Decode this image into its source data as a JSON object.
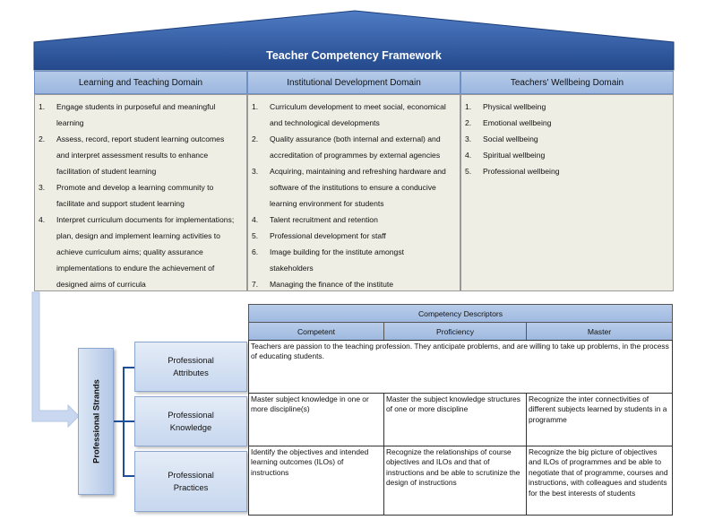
{
  "framework": {
    "title": "Teacher Competency Framework",
    "domains": [
      {
        "heading": "Learning and Teaching Domain",
        "items": [
          {
            "num": "1.",
            "lines": [
              "Engage students in purposeful and meaningful",
              "learning"
            ]
          },
          {
            "num": "2.",
            "lines": [
              "Assess, record, report student learning outcomes",
              "and interpret assessment results to enhance",
              "facilitation of student learning"
            ]
          },
          {
            "num": "3.",
            "lines": [
              "Promote and develop a learning community to",
              "facilitate and support student learning"
            ]
          },
          {
            "num": "4.",
            "lines": [
              "Interpret curriculum documents for implementations;",
              "plan, design and implement learning activities to",
              "achieve curriculum aims; quality assurance",
              "implementations to endure the achievement of",
              "designed aims of curricula"
            ]
          }
        ]
      },
      {
        "heading": "Institutional Development Domain",
        "items": [
          {
            "num": "1.",
            "lines": [
              "Curriculum development to meet social, economical",
              "and technological developments"
            ]
          },
          {
            "num": "2.",
            "lines": [
              "Quality assurance (both internal and external) and",
              "accreditation of programmes by external agencies"
            ]
          },
          {
            "num": "3.",
            "lines": [
              "Acquiring, maintaining and refreshing hardware and",
              "software of the institutions to ensure a conducive",
              "learning environment for students"
            ]
          },
          {
            "num": "4.",
            "lines": [
              "Talent recruitment and retention"
            ]
          },
          {
            "num": "5.",
            "lines": [
              "Professional development for staff"
            ]
          },
          {
            "num": "6.",
            "lines": [
              "Image building for the institute amongst",
              "stakeholders"
            ]
          },
          {
            "num": "7.",
            "lines": [
              "Managing the finance of the institute"
            ]
          }
        ]
      },
      {
        "heading": "Teachers' Wellbeing Domain",
        "items": [
          {
            "num": "1.",
            "lines": [
              "Physical wellbeing"
            ]
          },
          {
            "num": "2.",
            "lines": [
              "Emotional wellbeing"
            ]
          },
          {
            "num": "3.",
            "lines": [
              "Social wellbeing"
            ]
          },
          {
            "num": "4.",
            "lines": [
              "Spiritual wellbeing"
            ]
          },
          {
            "num": "5.",
            "lines": [
              "Professional wellbeing"
            ]
          }
        ]
      }
    ]
  },
  "descriptors": {
    "title": "Competency Descriptors",
    "levels": [
      "Competent",
      "Proficiency",
      "Master"
    ],
    "attributes_text": "Teachers are passion to the teaching profession.    They anticipate problems, and are willing to take up problems, in the process of educating students.",
    "knowledge": [
      "Master subject knowledge in one or more discipline(s)",
      "Master the subject knowledge structures of one or more discipline",
      "Recognize the inter connectivities of different subjects learned by students in a programme"
    ],
    "practices": [
      "Identify the objectives and intended learning outcomes (ILOs) of instructions",
      "Recognize the relationships of course objectives and ILOs and that of instructions and be able to scrutinize the design of instructions",
      "Recognize the big picture of objectives and ILOs of programmes and be able to negotiate that of programme, courses and instructions, with colleagues and students for the best interests of students"
    ]
  },
  "strands": {
    "label": "Professional Strands",
    "items": [
      {
        "line1": "Professional",
        "line2": "Attributes"
      },
      {
        "line1": "Professional",
        "line2": "Knowledge"
      },
      {
        "line1": "Professional",
        "line2": "Practices"
      }
    ]
  },
  "colors": {
    "roof_dark": "#2a5298",
    "roof_light": "#4b78c0",
    "header_blue": "#a8c0e4",
    "body_beige": "#eeeee4",
    "arrow_light": "#c9d8f0",
    "bracket_blue": "#1f4f9a"
  }
}
